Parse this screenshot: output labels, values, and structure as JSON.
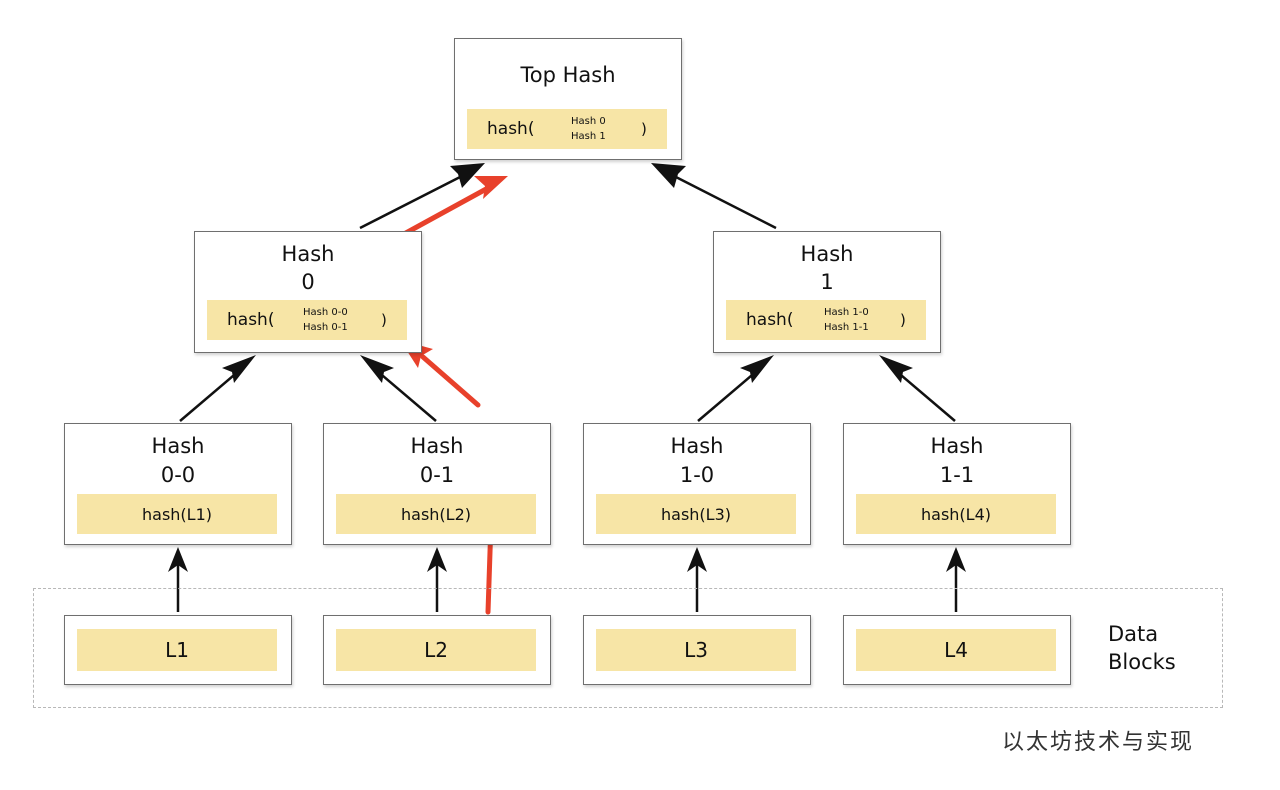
{
  "top": {
    "title": "Top Hash",
    "fn": "hash(",
    "args": [
      "Hash 0",
      "Hash 1"
    ],
    "close": ")"
  },
  "level1": [
    {
      "title_line1": "Hash",
      "title_line2": "0",
      "fn": "hash(",
      "args": [
        "Hash 0-0",
        "Hash 0-1"
      ],
      "close": ")"
    },
    {
      "title_line1": "Hash",
      "title_line2": "1",
      "fn": "hash(",
      "args": [
        "Hash 1-0",
        "Hash 1-1"
      ],
      "close": ")"
    }
  ],
  "level2": [
    {
      "title_line1": "Hash",
      "title_line2": "0-0",
      "value": "hash(L1)"
    },
    {
      "title_line1": "Hash",
      "title_line2": "0-1",
      "value": "hash(L2)"
    },
    {
      "title_line1": "Hash",
      "title_line2": "1-0",
      "value": "hash(L3)"
    },
    {
      "title_line1": "Hash",
      "title_line2": "1-1",
      "value": "hash(L4)"
    }
  ],
  "leaves": [
    "L1",
    "L2",
    "L3",
    "L4"
  ],
  "data_blocks_label": [
    "Data",
    "Blocks"
  ],
  "watermark": "以太坊技术与实现",
  "colors": {
    "hash_fill": "#f7e5a6",
    "box_border": "#6f6f6f",
    "arrow": "#111111",
    "highlight_arrow": "#e8412b",
    "dashed_region": "#b8b8b8"
  }
}
